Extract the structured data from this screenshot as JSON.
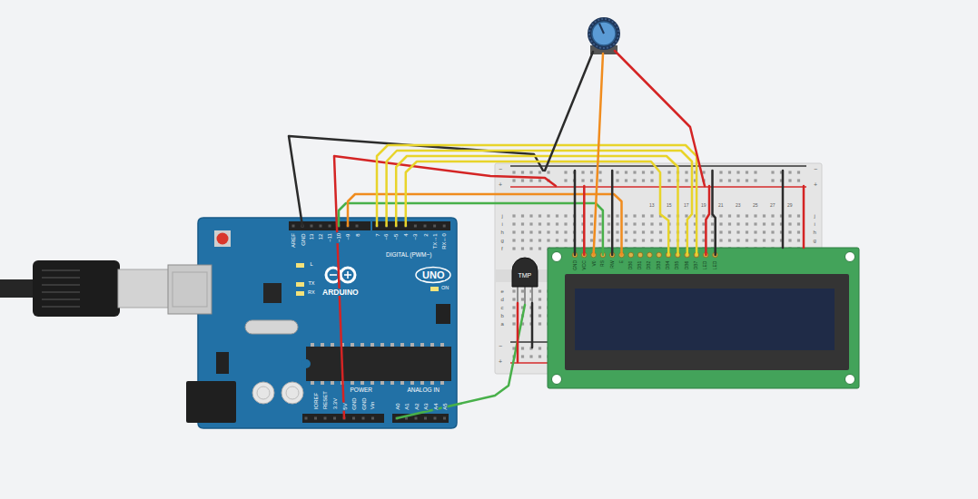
{
  "diagram": {
    "nodes": [
      {
        "text": [
          "ARDUINO",
          "UNO"
        ]
      },
      {
        "text": [
          "TMP"
        ]
      }
    ],
    "labels": [
      "AREF",
      "GND",
      "13",
      "12",
      "~11",
      "~10",
      "~9",
      "8",
      "7",
      "~6",
      "~5",
      "4",
      "~3",
      "2",
      "TX→1",
      "RX←0",
      "DIGITAL (PWM~)",
      "L",
      "TX",
      "RX",
      "ON",
      "IOREF",
      "RESET",
      "3.3V",
      "5V",
      "GND",
      "GND",
      "Vin",
      "POWER",
      "ANALOG IN",
      "A0",
      "A1",
      "A2",
      "A3",
      "A4",
      "A5",
      "−",
      "+",
      "−",
      "+",
      "−",
      "+",
      "j",
      "i",
      "h",
      "g",
      "f",
      "e",
      "d",
      "c",
      "b",
      "a",
      "j",
      "i",
      "h",
      "g",
      "13",
      "15",
      "17",
      "19",
      "21",
      "23",
      "25",
      "27",
      "29",
      "GND",
      "VCC",
      "V0",
      "RS",
      "RW",
      "E",
      "DB0",
      "DB1",
      "DB2",
      "DB3",
      "DB4",
      "DB5",
      "DB6",
      "DB7",
      "LED",
      "LED"
    ]
  }
}
